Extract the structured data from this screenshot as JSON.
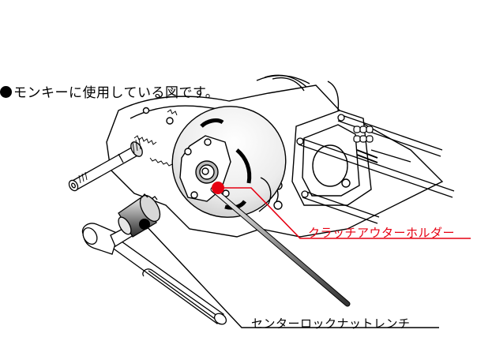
{
  "caption": {
    "bullet": "●",
    "text": "モンキーに使用している図です。"
  },
  "callouts": [
    {
      "id": "clutch-outer-holder",
      "label": "クラッチアウターホルダー",
      "color": "#e60012",
      "marker": "red-dot"
    },
    {
      "id": "center-lock-nut-wrench",
      "label": "センターロックナットレンチ",
      "color": "#000000",
      "marker": "black-dot"
    }
  ],
  "illustration": {
    "subject": "engine-crankcase-clutch",
    "parts": [
      "crankcase",
      "clutch-outer",
      "kickstart-shaft",
      "cylinder-studs",
      "cam-chain",
      "ratchet-wrench",
      "socket-tool",
      "holder-rod"
    ]
  }
}
